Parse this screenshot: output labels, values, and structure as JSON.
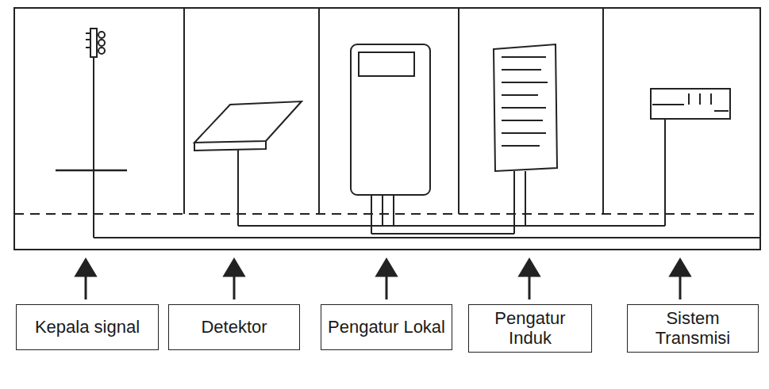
{
  "diagram": {
    "nodes": [
      {
        "text": [
          "Kepala signal"
        ]
      },
      {
        "text": [
          "Detektor"
        ]
      },
      {
        "text": [
          "Pengatur Lokal"
        ]
      },
      {
        "text": [
          "Pengatur Induk"
        ]
      },
      {
        "text": [
          "Sistem Transmisi"
        ]
      }
    ]
  }
}
